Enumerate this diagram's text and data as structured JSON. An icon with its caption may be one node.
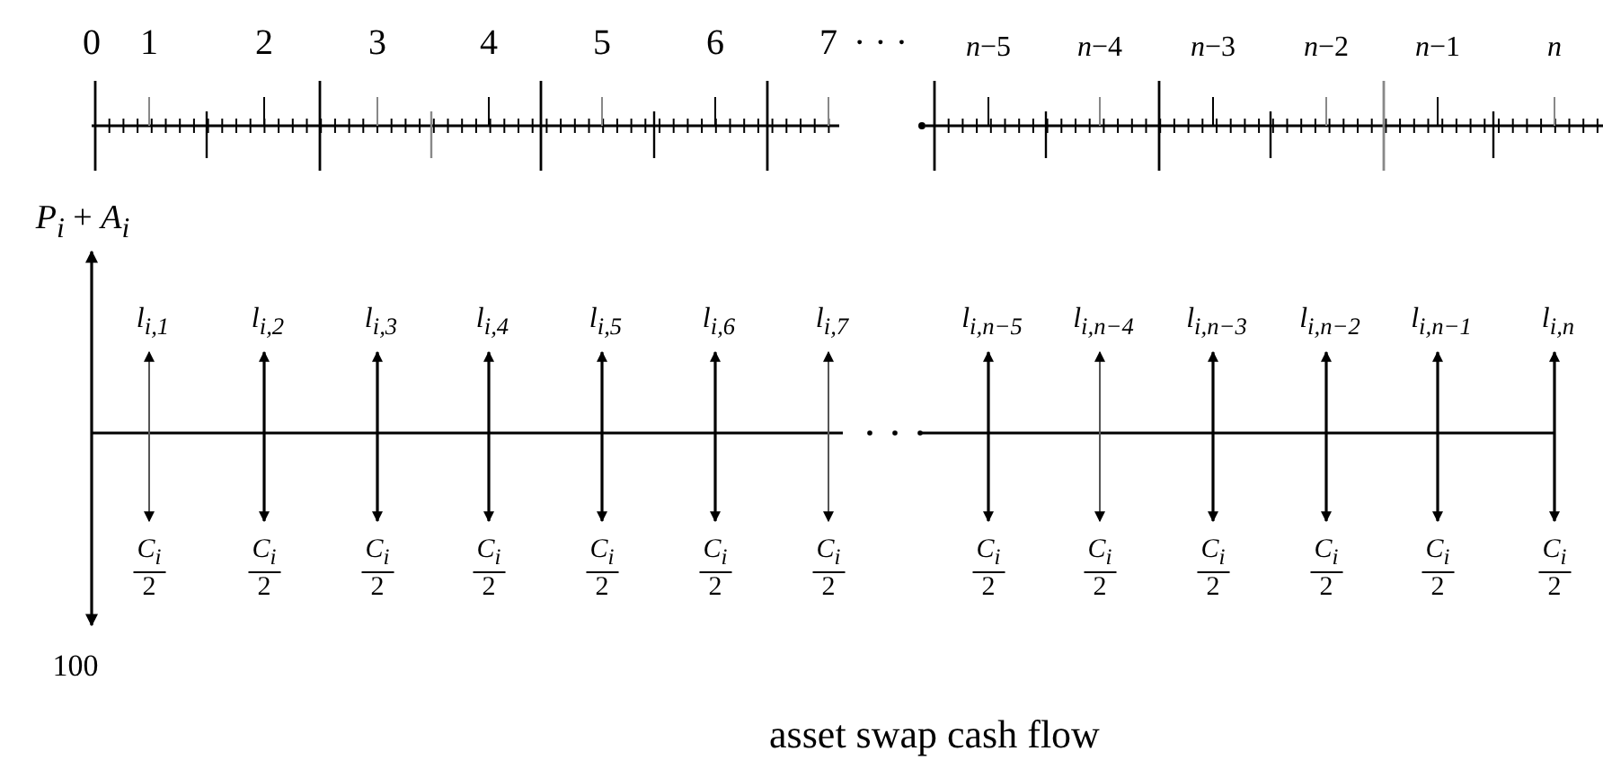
{
  "diagram": {
    "caption": "asset swap cash flow",
    "labels": [
      "0",
      "1",
      "2",
      "3",
      "4",
      "5",
      "6",
      "7",
      "· · ·",
      "*n*−5",
      "*n*−4",
      "*n*−3",
      "*n*−2",
      "*n*−1",
      "*n*",
      "*P*$_{i}$ + *A*$_{i}$",
      "*l*$_{i,1}$",
      "*l*$_{i,2}$",
      "*l*$_{i,3}$",
      "*l*$_{i,4}$",
      "*l*$_{i,5}$",
      "*l*$_{i,6}$",
      "*l*$_{i,7}$",
      "*l*$_{i,n−5}$",
      "*l*$_{i,n−4}$",
      "*l*$_{i,n−3}$",
      "*l*$_{i,n−2}$",
      "*l*$_{i,n−1}$",
      "*l*$_{i,n}$",
      "*C*$_{i}$",
      "*C*$_{i}$",
      "*C*$_{i}$",
      "*C*$_{i}$",
      "*C*$_{i}$",
      "*C*$_{i}$",
      "*C*$_{i}$",
      "*C*$_{i}$",
      "*C*$_{i}$",
      "*C*$_{i}$",
      "*C*$_{i}$",
      "*C*$_{i}$",
      "*C*$_{i}$",
      "2",
      "2",
      "2",
      "2",
      "2",
      "2",
      "2",
      "2",
      "2",
      "2",
      "2",
      "2",
      "2",
      "100"
    ]
  }
}
